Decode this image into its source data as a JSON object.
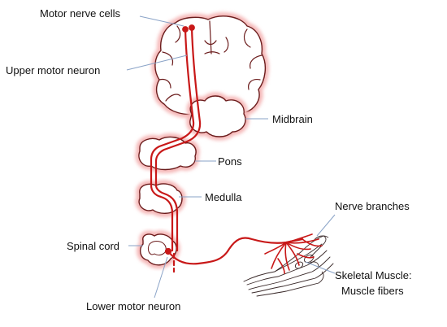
{
  "colors": {
    "outline": "#6b1c1c",
    "glow": "#f5b8b8",
    "nerve": "#c81818",
    "leader": "#8aa3c7",
    "hand": "#3a2a2a"
  },
  "labels": {
    "motor_nerve_cells": "Motor nerve cells",
    "upper_motor_neuron": "Upper motor neuron",
    "midbrain": "Midbrain",
    "pons": "Pons",
    "medulla": "Medulla",
    "nerve_branches": "Nerve  branches",
    "spinal_cord": "Spinal  cord",
    "skeletal_muscle_line1": "Skeletal Muscle:",
    "skeletal_muscle_line2": "Muscle fibers",
    "lower_motor_neuron": "Lower motor neuron"
  }
}
